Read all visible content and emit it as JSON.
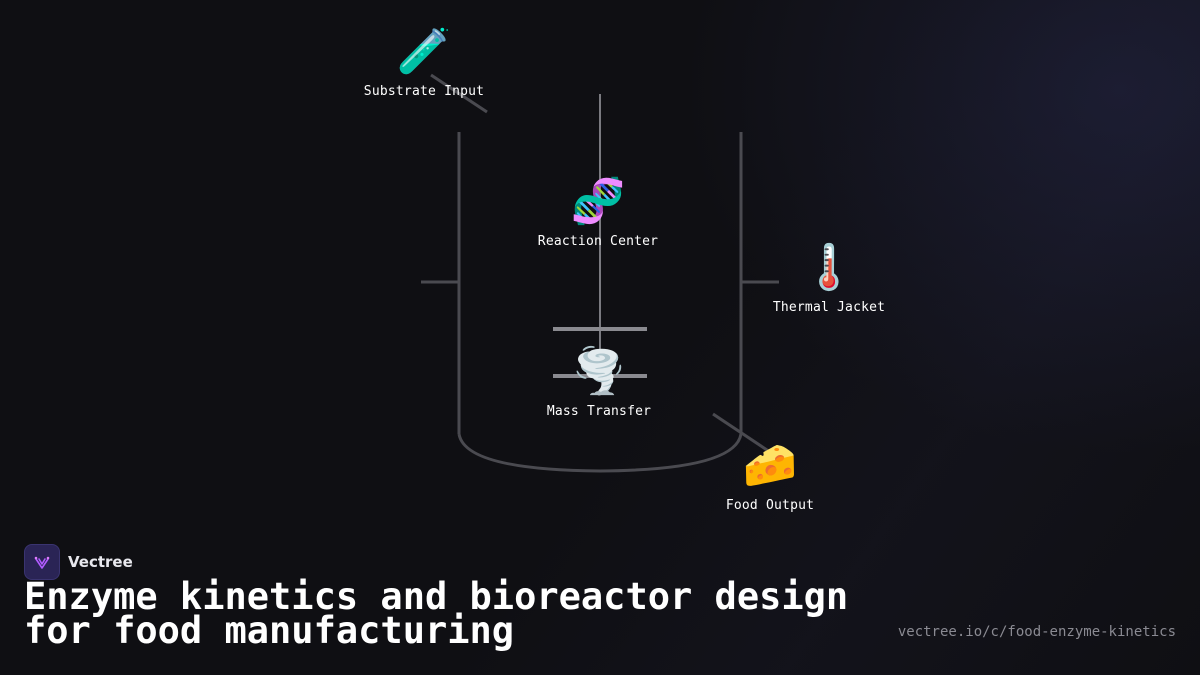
{
  "diagram": {
    "nodes": [
      {
        "id": "substrate",
        "emoji": "🧪",
        "icon": "test-tube-icon",
        "label": "Substrate Input"
      },
      {
        "id": "reaction",
        "emoji": "🧬",
        "icon": "dna-icon",
        "label": "Reaction Center"
      },
      {
        "id": "thermal",
        "emoji": "🌡️",
        "icon": "thermometer-icon",
        "label": "Thermal Jacket"
      },
      {
        "id": "mass",
        "emoji": "🌪️",
        "icon": "tornado-icon",
        "label": "Mass Transfer"
      },
      {
        "id": "output",
        "emoji": "🧀",
        "icon": "cheese-icon",
        "label": "Food Output"
      }
    ]
  },
  "brand": {
    "name": "Vectree",
    "logo_color": "#2a2455",
    "accent": "#b15cff"
  },
  "title": "Enzyme kinetics and bioreactor design for food manufacturing",
  "url": "vectree.io/c/food-enzyme-kinetics"
}
